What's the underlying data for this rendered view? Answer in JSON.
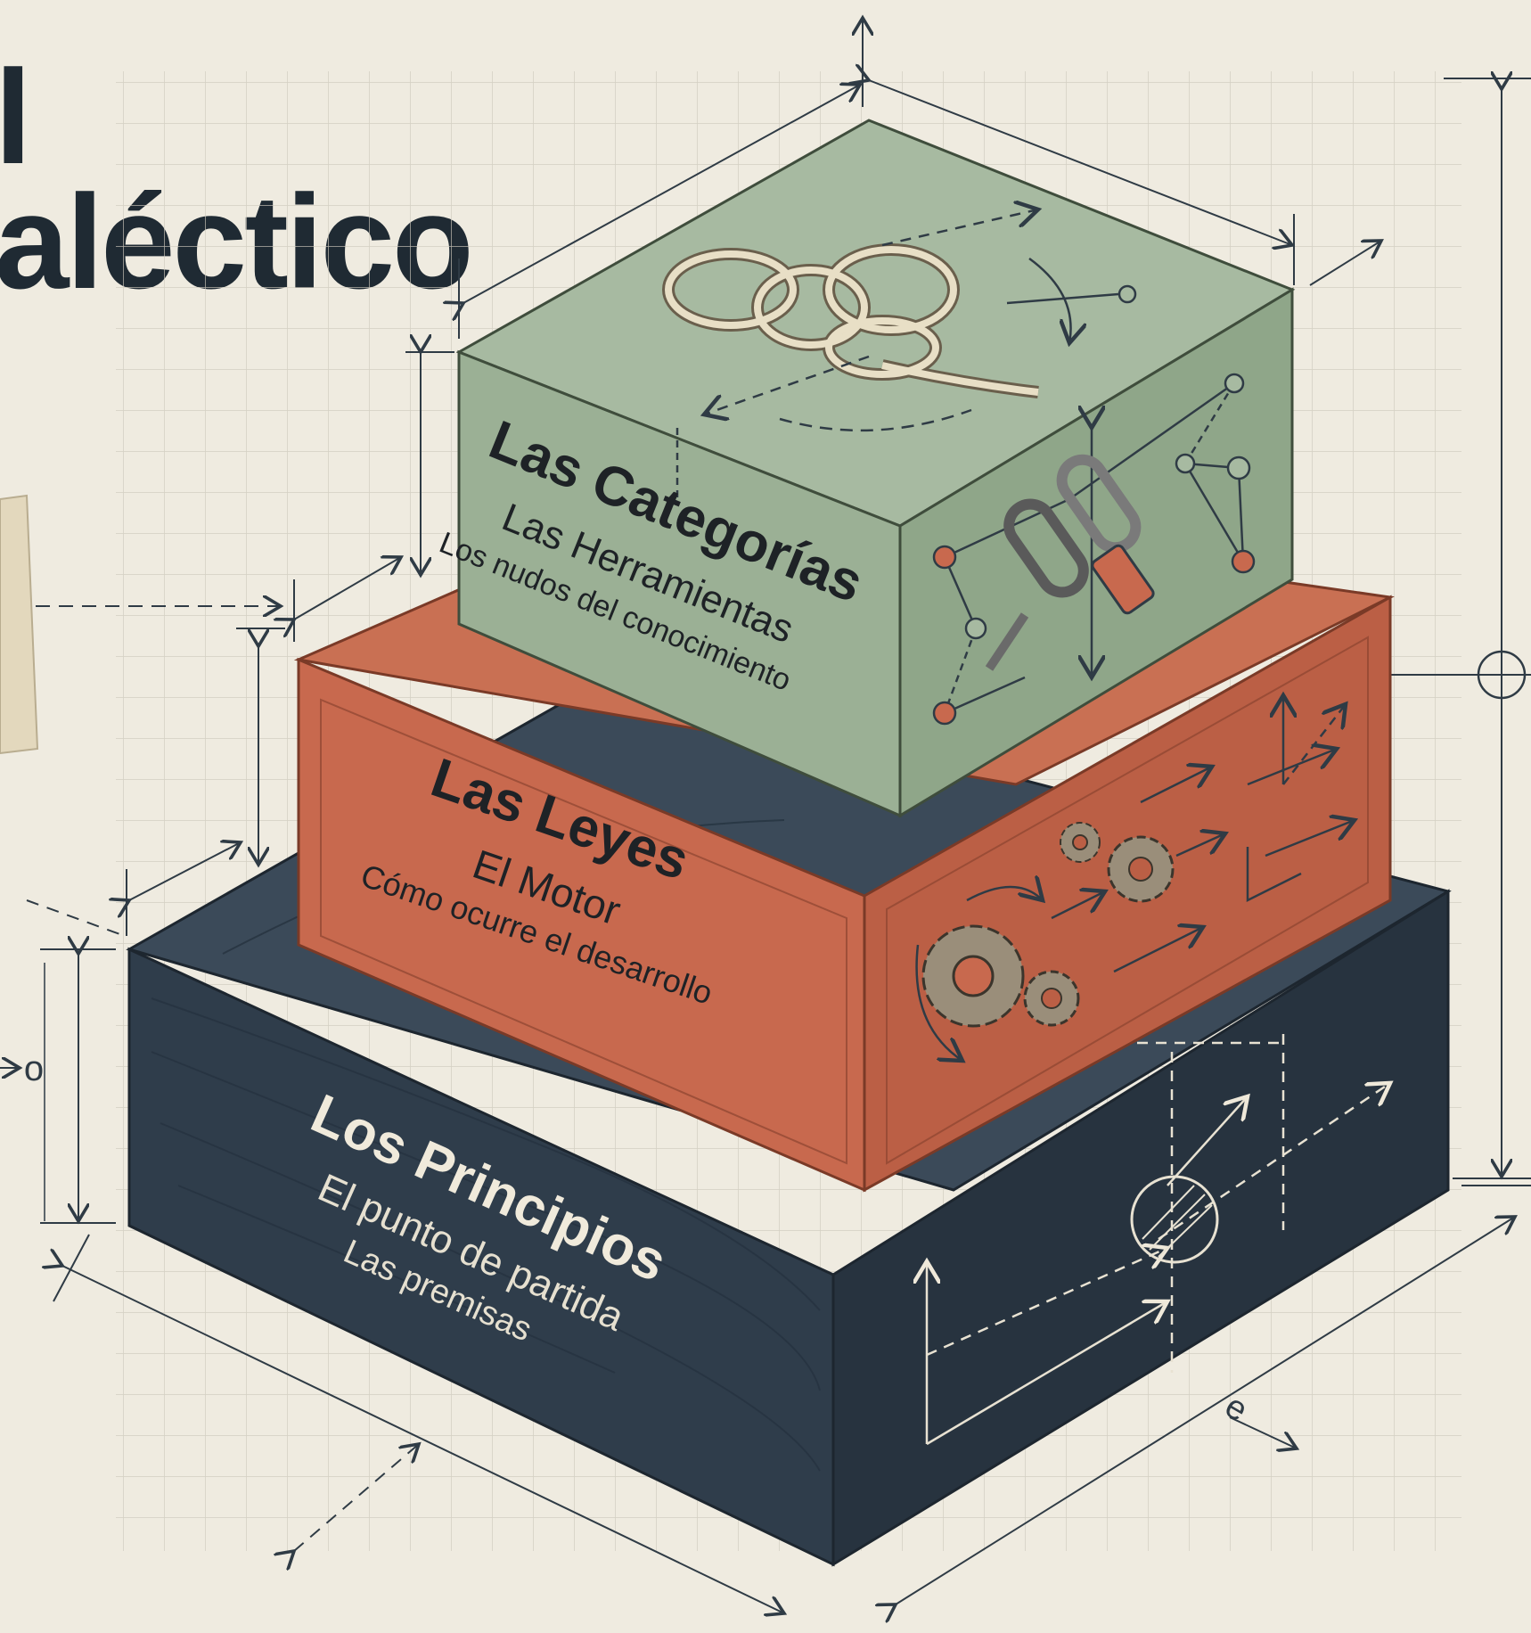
{
  "title": {
    "line1": "l",
    "line2": "aléctico"
  },
  "colors": {
    "background": "#efebe0",
    "grid": "#c9c4b6",
    "ink": "#2f3b45",
    "green_block": "#9fb39a",
    "red_block": "#c8694e",
    "dark_block": "#2f3d4b"
  },
  "blocks": [
    {
      "id": "categorias",
      "heading": "Las Categorías",
      "line1": "Las Herramientas",
      "line2": "Los nudos del conocimiento",
      "icons": [
        "knot-icon",
        "chain-link-icon",
        "network-icon"
      ]
    },
    {
      "id": "leyes",
      "heading": "Las Leyes",
      "line1": "El Motor",
      "line2": "Cómo ocurre el desarrollo",
      "icons": [
        "gears-icon",
        "arrows-icon",
        "axes-icon"
      ]
    },
    {
      "id": "principios",
      "heading": "Los Principios",
      "line1": "El punto de partida",
      "line2": "Las premisas",
      "icons": [
        "target-circle-icon",
        "axes-icon"
      ]
    }
  ],
  "annotations": {
    "small_e": "e",
    "left_circle": "o"
  }
}
